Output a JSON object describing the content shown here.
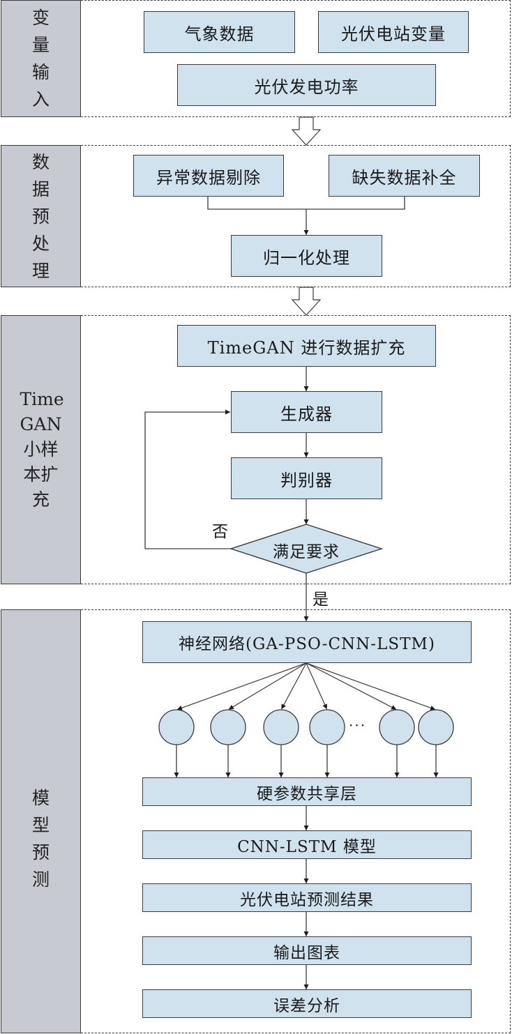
{
  "sections": [
    {
      "label": "变量输入",
      "boxes": [
        "气象数据",
        "光伏电站变量",
        "光伏发电功率"
      ]
    },
    {
      "label": "数据预处理",
      "boxes": [
        "异常数据剔除",
        "缺失数据补全",
        "归一化处理"
      ]
    },
    {
      "label": "TimeGAN小样本扩充",
      "label_lines": [
        "Time",
        "GAN",
        "小样",
        "本扩",
        "充"
      ],
      "boxes": [
        "TimeGAN 进行数据扩充",
        "生成器",
        "判别器"
      ],
      "decision": "满足要求",
      "no_label": "否",
      "yes_label": "是"
    },
    {
      "label": "模型预测",
      "boxes": [
        "神经网络(GA-PSO-CNN-LSTM)",
        "硬参数共享层",
        "CNN-LSTM 模型",
        "光伏电站预测结果",
        "输出图表",
        "误差分析"
      ],
      "node_count": 6,
      "ellipsis": "···"
    }
  ],
  "colors": {
    "box_fill": "#cfe2ee",
    "sidebar_fill": "#c7cad1",
    "stroke": "#3a3a3a"
  }
}
